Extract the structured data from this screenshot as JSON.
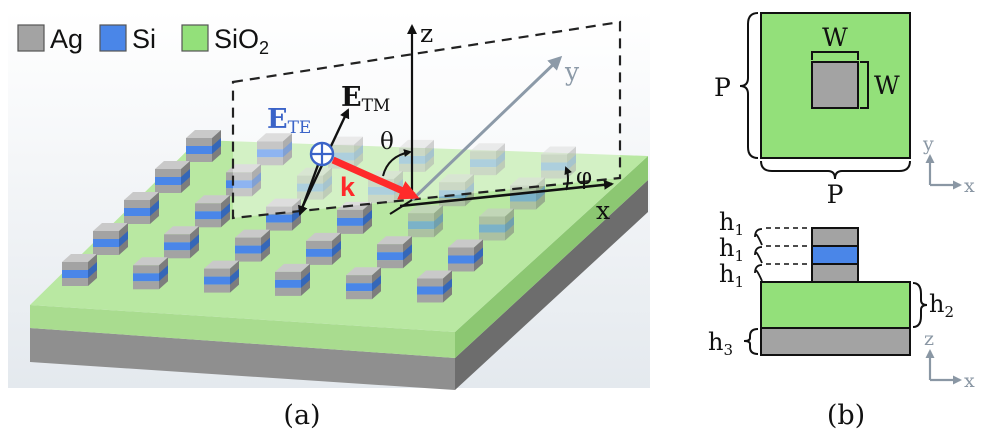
{
  "legend": {
    "items": [
      {
        "label": "Ag",
        "color": "#a3a3a3"
      },
      {
        "label": "Si",
        "color": "#4a86e8"
      },
      {
        "label": "SiO",
        "sub": "2",
        "color": "#93e07a"
      }
    ]
  },
  "panel_a": {
    "caption": "(a)",
    "axis_z": "z",
    "axis_y": "y",
    "axis_x": "x",
    "e_te": "E",
    "e_te_sub": "TE",
    "e_tm": "E",
    "e_tm_sub": "TM",
    "k": "k",
    "theta": "θ",
    "phi": "φ"
  },
  "panel_b": {
    "caption": "(b)",
    "w_top": "W",
    "w_side": "W",
    "p_left": "P",
    "p_bottom": "P",
    "top_axis_y": "y",
    "top_axis_x": "x",
    "h1": "h",
    "h1_sub": "1",
    "h2": "h",
    "h2_sub": "2",
    "h3": "h",
    "h3_sub": "3",
    "side_axis_z": "z",
    "side_axis_x": "x"
  },
  "colors": {
    "ag": "#a3a3a3",
    "si": "#4a86e8",
    "sio2": "#93e07a",
    "k_arrow": "#ff2a2a",
    "e_te": "#3a63c8"
  }
}
